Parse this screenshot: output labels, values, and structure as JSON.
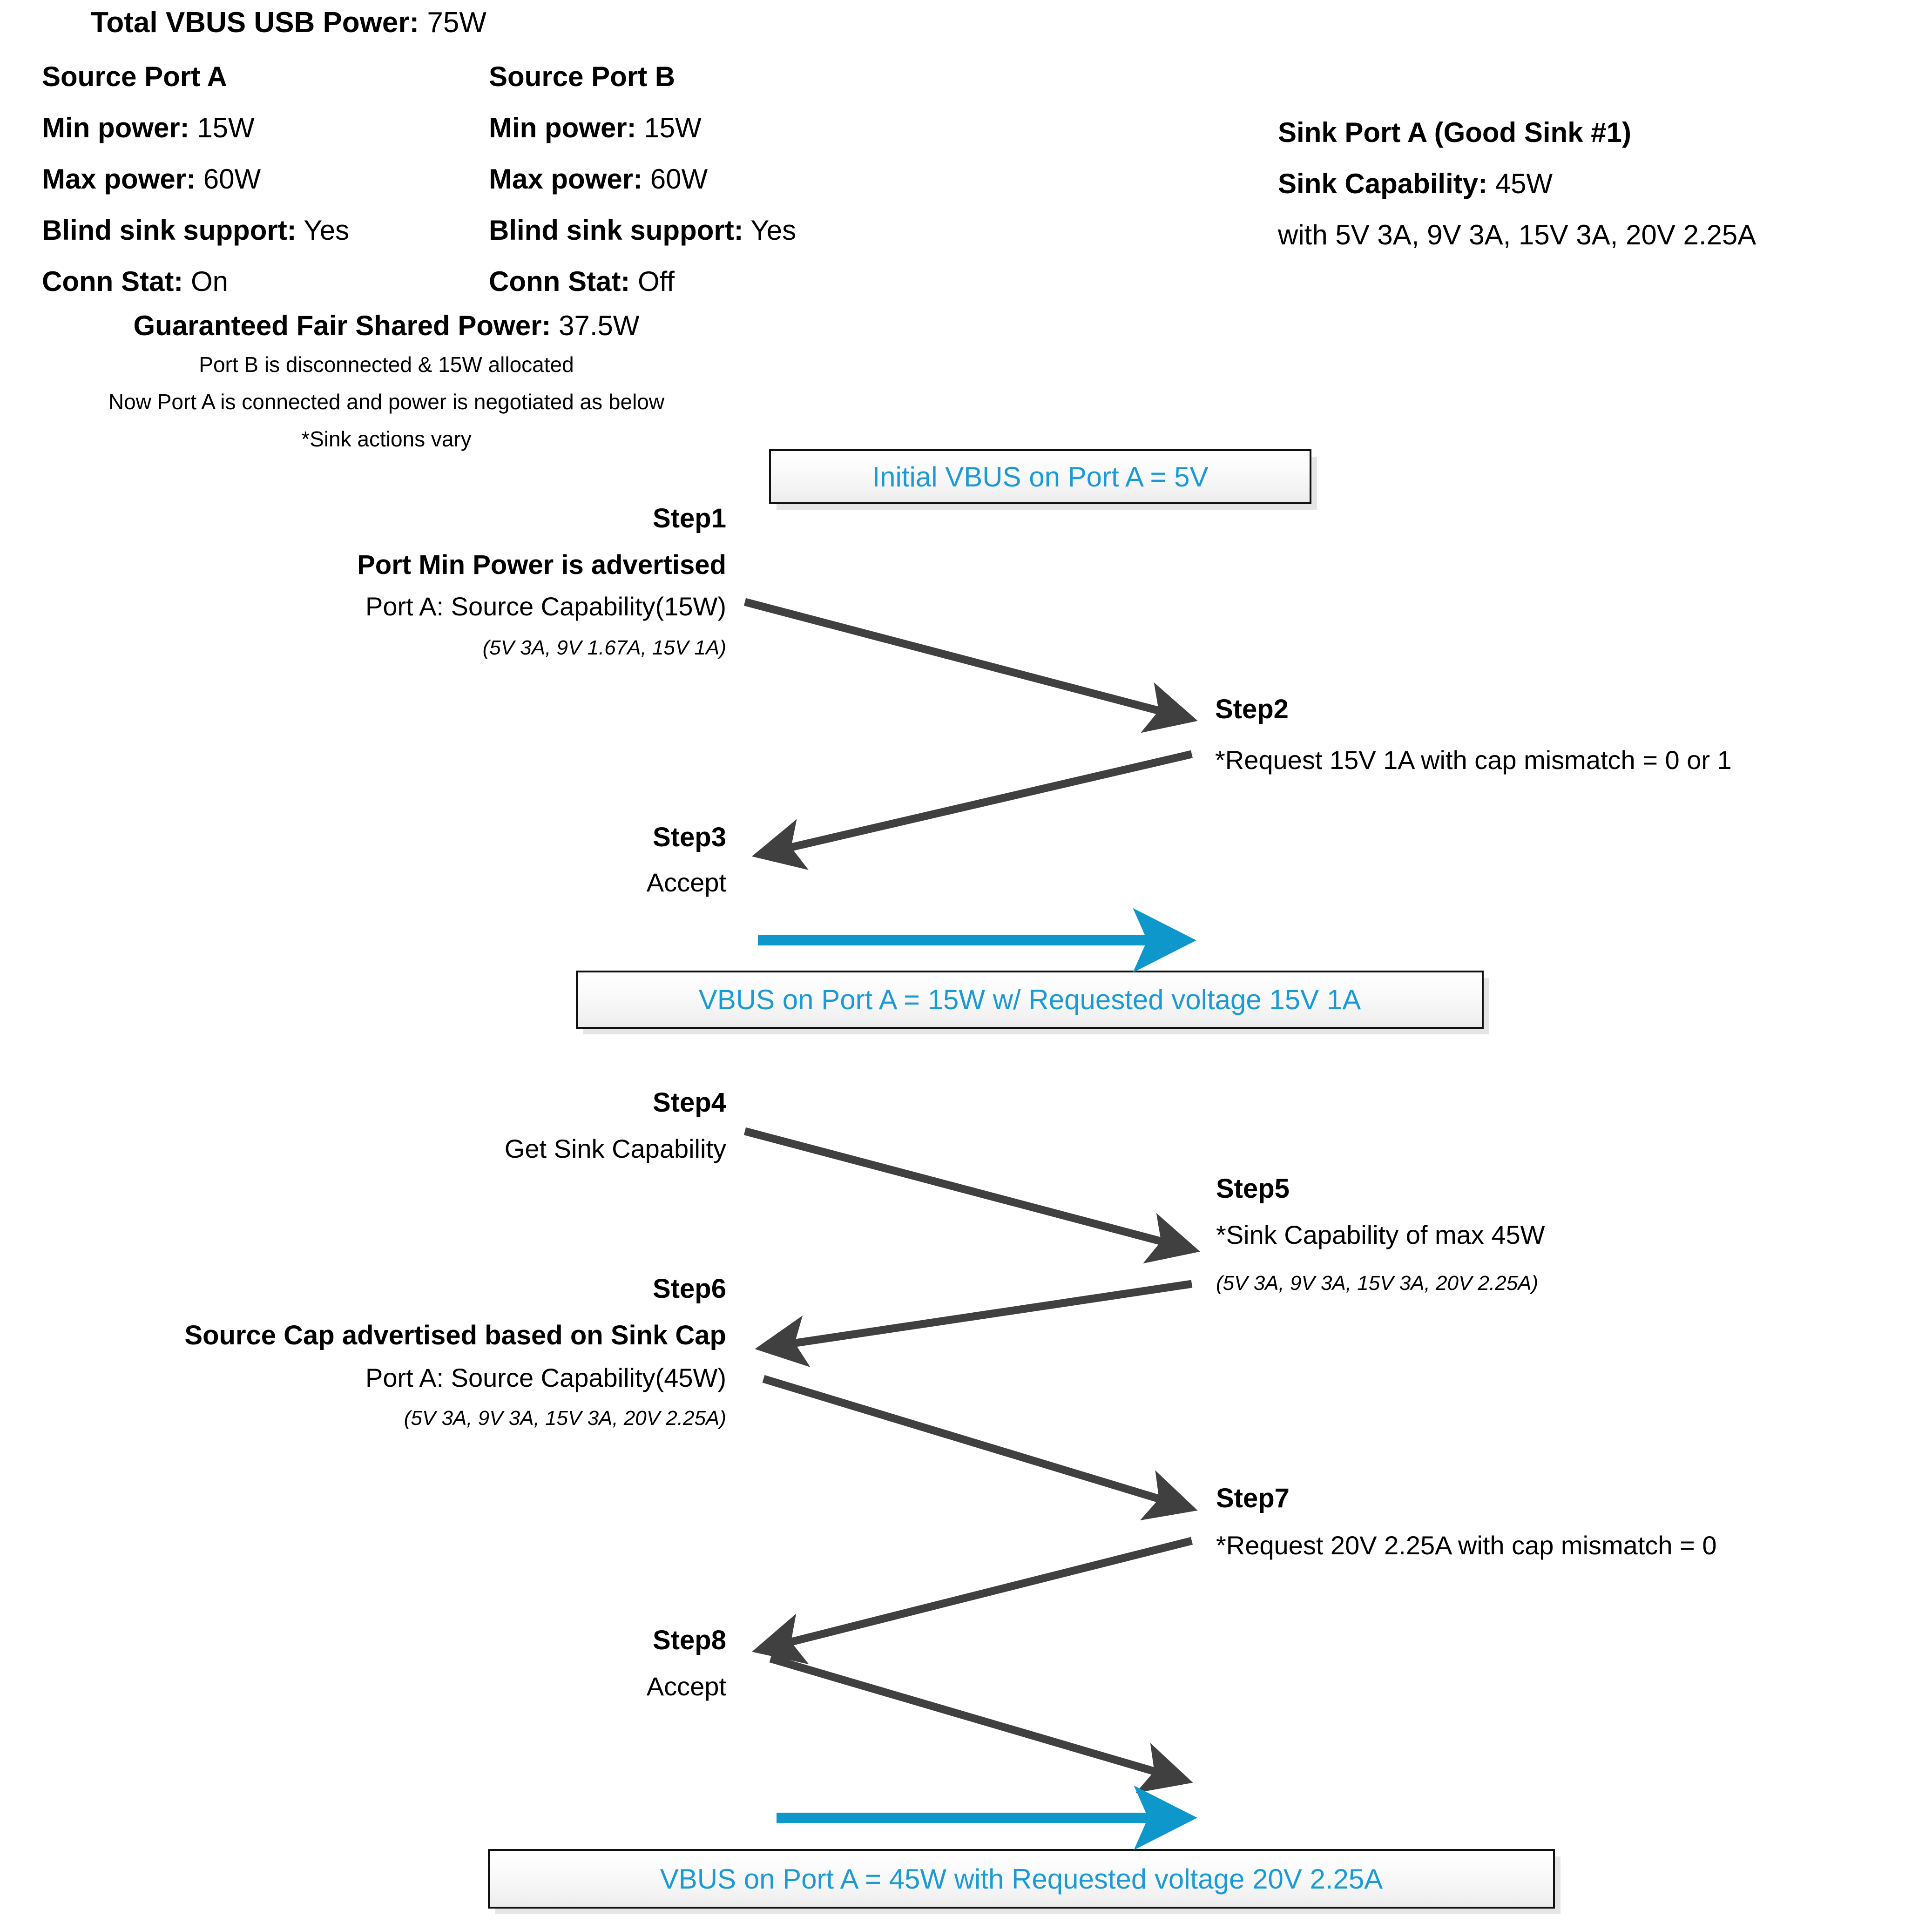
{
  "header": {
    "total_power_label": "Total VBUS USB Power:",
    "total_power_value": "75W",
    "source_a": {
      "title": "Source Port A",
      "min_label": "Min power:",
      "min_value": "15W",
      "max_label": "Max power:",
      "max_value": "60W",
      "blind_label": "Blind sink support:",
      "blind_value": "Yes",
      "conn_label": "Conn Stat:",
      "conn_value": "On"
    },
    "source_b": {
      "title": "Source Port B",
      "min_label": "Min power:",
      "min_value": "15W",
      "max_label": "Max power:",
      "max_value": "60W",
      "blind_label": "Blind sink support:",
      "blind_value": "Yes",
      "conn_label": "Conn Stat:",
      "conn_value": "Off"
    },
    "sink": {
      "title": "Sink Port A (Good Sink #1)",
      "cap_label": "Sink Capability:",
      "cap_value": "45W",
      "cap_detail": "with 5V 3A, 9V 3A, 15V 3A, 20V 2.25A"
    },
    "fair_label": "Guaranteed Fair Shared Power:",
    "fair_value": "37.5W",
    "note1": "Port B is disconnected & 15W allocated",
    "note2": "Now Port A is connected and power is negotiated as below",
    "note3": "*Sink actions vary"
  },
  "banners": {
    "initial": "Initial VBUS on Port A = 5V",
    "mid": "VBUS on Port A = 15W w/ Requested voltage 15V 1A",
    "final": "VBUS on Port A = 45W with Requested voltage 20V 2.25A"
  },
  "steps": [
    {
      "id": "step1",
      "label": "Step1",
      "bold_line": "Port Min Power is advertised",
      "line": "Port A: Source Capability(15W)",
      "detail": "(5V 3A, 9V 1.67A, 15V 1A)"
    },
    {
      "id": "step2",
      "label": "Step2",
      "line": "*Request 15V 1A with cap mismatch = 0 or 1"
    },
    {
      "id": "step3",
      "label": "Step3",
      "line": "Accept"
    },
    {
      "id": "step4",
      "label": "Step4",
      "line": "Get Sink Capability"
    },
    {
      "id": "step5",
      "label": "Step5",
      "line": "*Sink Capability of max 45W",
      "detail": "(5V 3A, 9V 3A, 15V 3A, 20V 2.25A)"
    },
    {
      "id": "step6",
      "label": "Step6",
      "bold_line": "Source Cap advertised based on Sink Cap",
      "line": "Port A: Source Capability(45W)",
      "detail": "(5V 3A, 9V 3A, 15V 3A, 20V 2.25A)"
    },
    {
      "id": "step7",
      "label": "Step7",
      "line": "*Request 20V 2.25A with cap mismatch = 0"
    },
    {
      "id": "step8",
      "label": "Step8",
      "line": "Accept"
    }
  ],
  "colors": {
    "accent_blue": "#1C9AD6",
    "arrow_blue": "#0D97CB",
    "arrow_gray": "#404040",
    "text_black": "#000000"
  }
}
